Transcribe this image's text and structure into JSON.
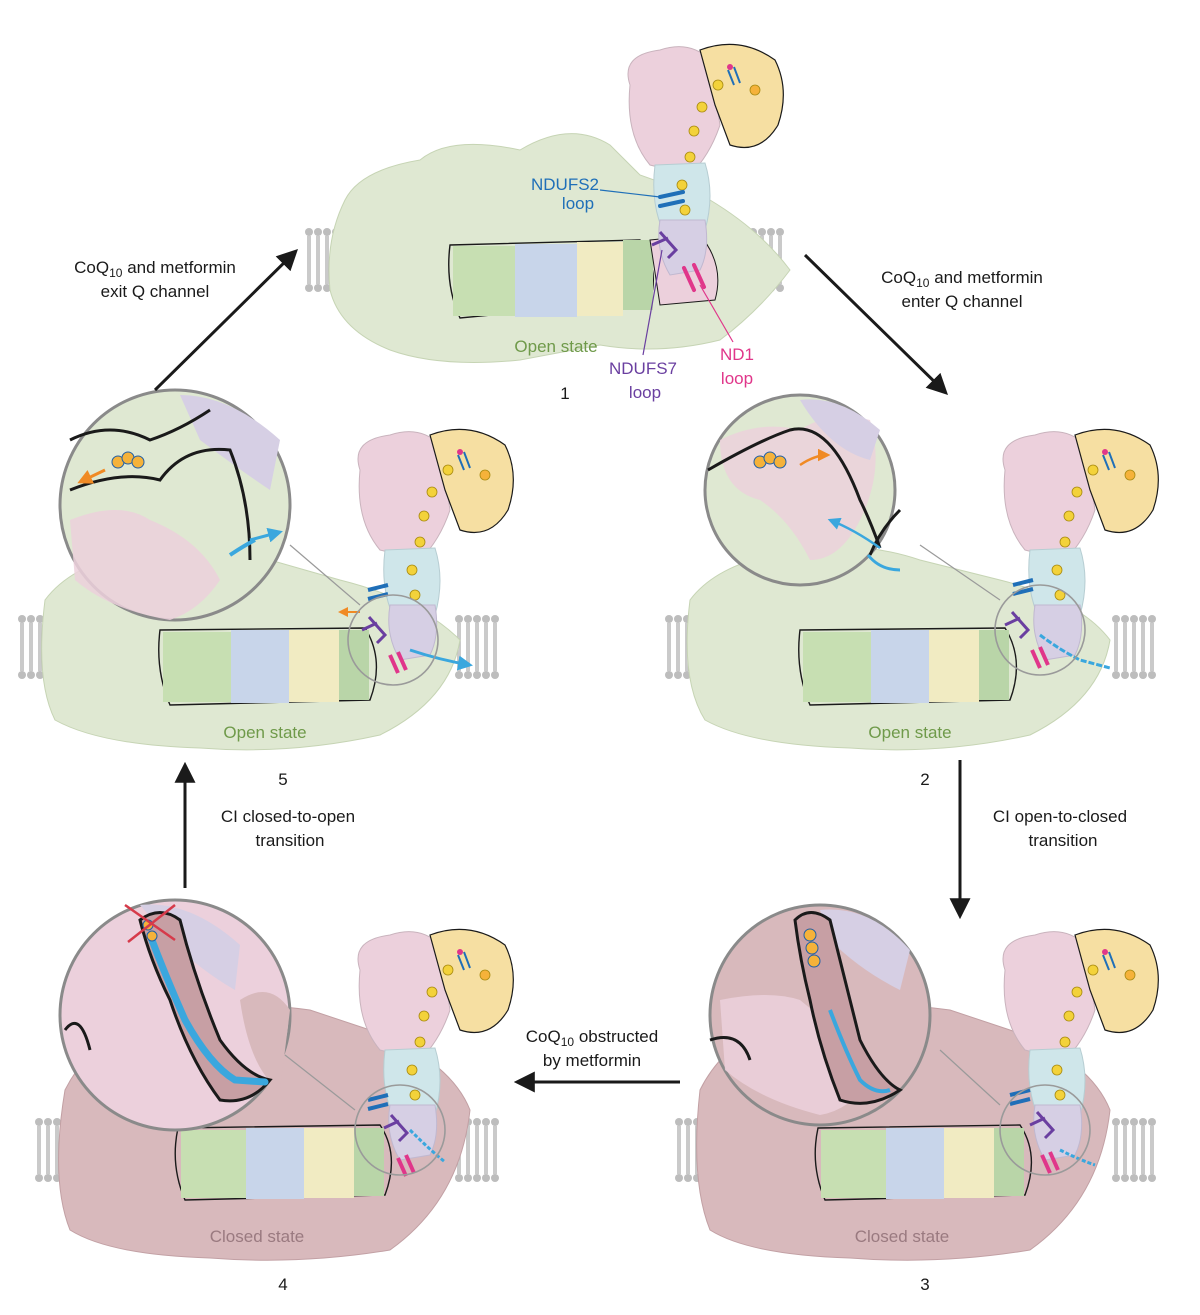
{
  "colors": {
    "open_body": "#dfe8d2",
    "closed_body": "#d8b9bc",
    "pink": "#ecd0dc",
    "yellow": "#f6dfa2",
    "cyan": "#cfe6ea",
    "lavender": "#d6cfe4",
    "green_seg": "#c7dfb2",
    "blue_seg": "#c8d5ea",
    "cream_seg": "#f1ebc2",
    "dark_green_seg": "#b9d5a8",
    "nd1": "#e0368a",
    "ndufs2": "#1f6fb8",
    "ndufs7": "#6a3fa0",
    "coq": "#3aa7de",
    "arrow": "#1a1a1a",
    "membrane": "#bdbdbd"
  },
  "labels": {
    "ndufs2": [
      "NDUFS2",
      "loop"
    ],
    "ndufs7": [
      "NDUFS7",
      "loop"
    ],
    "nd1": [
      "ND1",
      "loop"
    ]
  },
  "states": {
    "open": "Open state",
    "closed": "Closed state"
  },
  "panels": [
    "1",
    "2",
    "3",
    "4",
    "5"
  ],
  "transitions": {
    "t12": {
      "pre": "CoQ",
      "sub": "10",
      "post": " and metformin",
      "line2": "enter Q channel"
    },
    "t51": {
      "pre": "CoQ",
      "sub": "10",
      "post": " and metformin",
      "line2": "exit Q channel"
    },
    "t23": {
      "line1": "CI open-to-closed",
      "line2": "transition"
    },
    "t45": {
      "line1": "CI closed-to-open",
      "line2": "transition"
    },
    "t34": {
      "pre": "CoQ",
      "sub": "10",
      "post": " obstructed",
      "line2": "by metformin"
    }
  }
}
